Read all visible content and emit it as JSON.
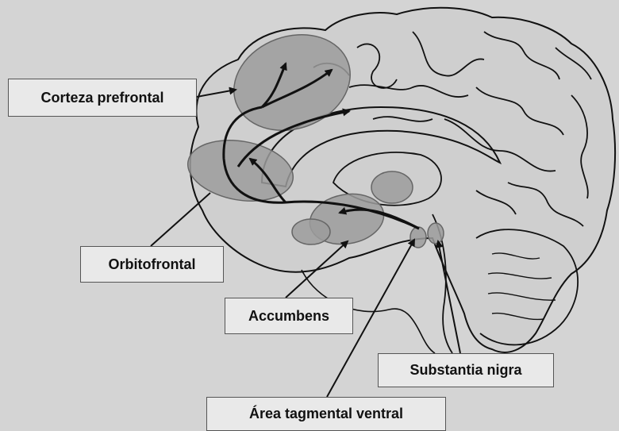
{
  "labels": {
    "prefrontal": "Corteza prefrontal",
    "orbitofrontal": "Orbitofrontal",
    "accumbens": "Accumbens",
    "substantia_nigra": "Substantia nigra",
    "vta": "Área tagmental ventral"
  },
  "colors": {
    "background": "#d4d4d4",
    "region_fill": "#9c9c9c",
    "outline": "#111111",
    "label_fill": "#e9e9e9"
  }
}
